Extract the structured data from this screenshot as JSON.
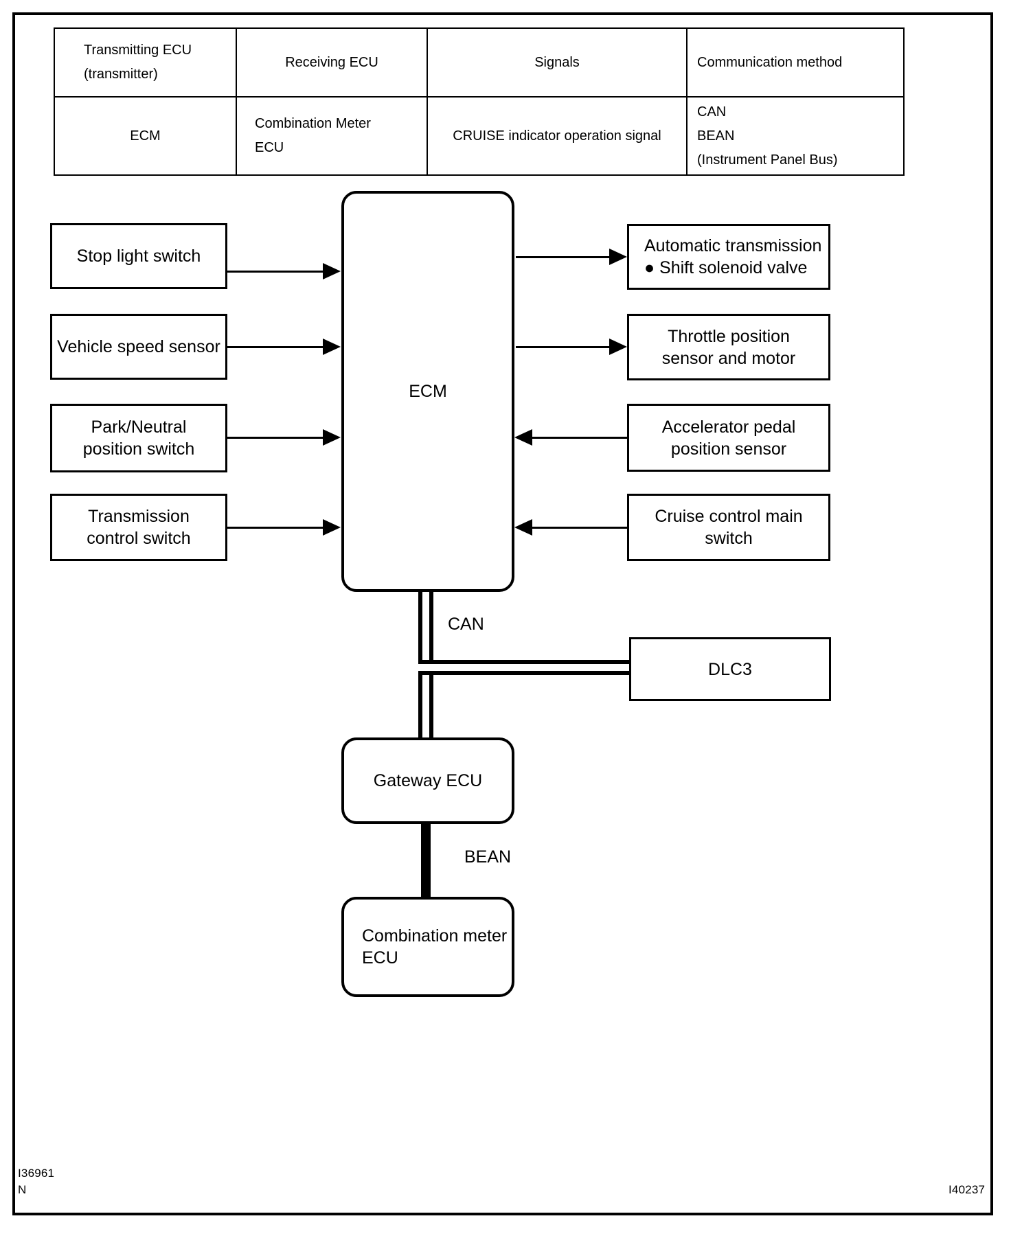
{
  "table": {
    "headers": [
      "Transmitting ECU",
      "Receiving ECU",
      "Signals",
      "Communication method"
    ],
    "header_sub": "(transmitter)",
    "rows": [
      {
        "transmitting_ecu": "ECM",
        "receiving_ecu_line1": "Combination   Meter",
        "receiving_ecu_line2": "ECU",
        "signals": "CRUISE indicator operation signal",
        "method_line1": "CAN",
        "method_line2": "BEAN",
        "method_line3": "(Instrument Panel Bus)"
      }
    ]
  },
  "diagram": {
    "center_node": "ECM",
    "inputs_left": [
      {
        "line1": "Stop light switch",
        "line2": ""
      },
      {
        "line1": "Vehicle speed sensor",
        "line2": ""
      },
      {
        "line1": "Park/Neutral",
        "line2": "position switch"
      },
      {
        "line1": "Transmission",
        "line2": "control switch"
      }
    ],
    "outputs_right": [
      {
        "line1": "Automatic transmission",
        "line2": "● Shift solenoid valve",
        "direction": "out"
      },
      {
        "line1": "Throttle position",
        "line2": "sensor and motor",
        "direction": "out"
      },
      {
        "line1": "Accelerator pedal",
        "line2": "position sensor",
        "direction": "in"
      },
      {
        "line1": "Cruise control main",
        "line2": "switch",
        "direction": "in"
      }
    ],
    "dlc3": "DLC3",
    "gateway_ecu": "Gateway ECU",
    "combination_meter_line1": "Combination meter",
    "combination_meter_line2": "ECU",
    "bus_can_label": "CAN",
    "bus_bean_label": "BEAN"
  },
  "footer": {
    "code_left_top": "I36961",
    "code_left_bottom": "N",
    "code_right": "I40237"
  },
  "colors": {
    "ink": "#000000",
    "paper": "#ffffff"
  }
}
